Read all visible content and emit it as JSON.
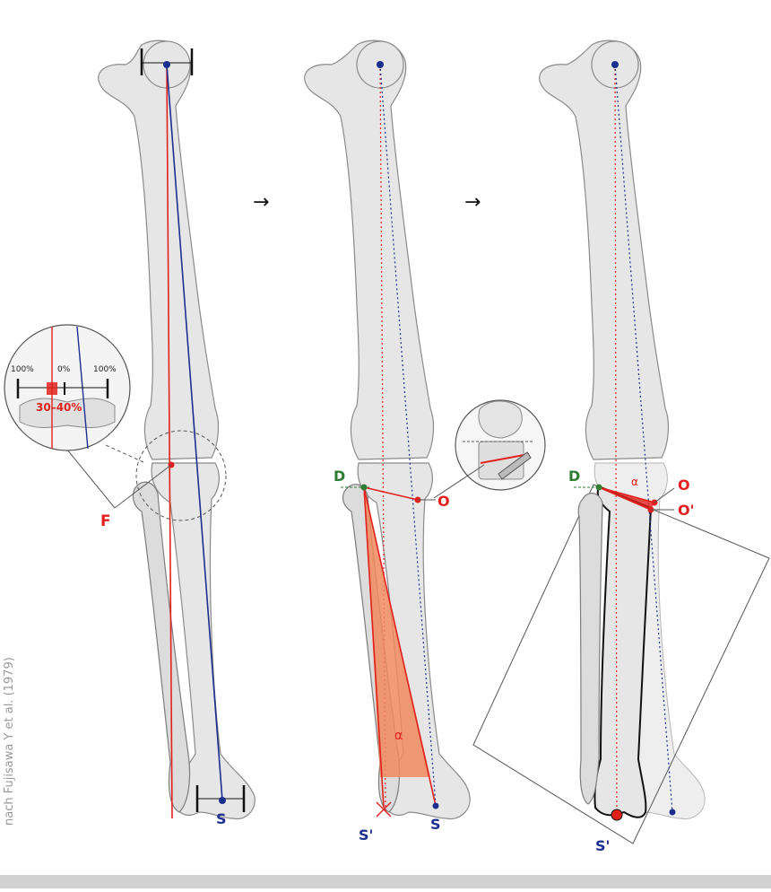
{
  "figure": {
    "side_caption": "nach Fujisawa Y et al. (1979)",
    "colors": {
      "red": "#e2211c",
      "blue": "#1c2f8f",
      "green": "#2e7d32",
      "wedge": "#f08a5d",
      "bone_fill": "#e6e6e6",
      "bone_outline": "#8a8a8a"
    },
    "panel1": {
      "label_F": "F",
      "label_S": "S",
      "inset": {
        "left_pct": "100%",
        "center_pct": "0%",
        "right_pct": "100%",
        "range": "30–40%"
      }
    },
    "panel2": {
      "label_D": "D",
      "label_O": "O",
      "label_alpha": "α",
      "label_S_prime": "S'",
      "label_S": "S"
    },
    "panel3": {
      "label_D": "D",
      "label_alpha": "α",
      "label_O": "O",
      "label_O_prime": "O'",
      "label_S_prime": "S'"
    },
    "arrows": [
      "→",
      "→"
    ]
  }
}
